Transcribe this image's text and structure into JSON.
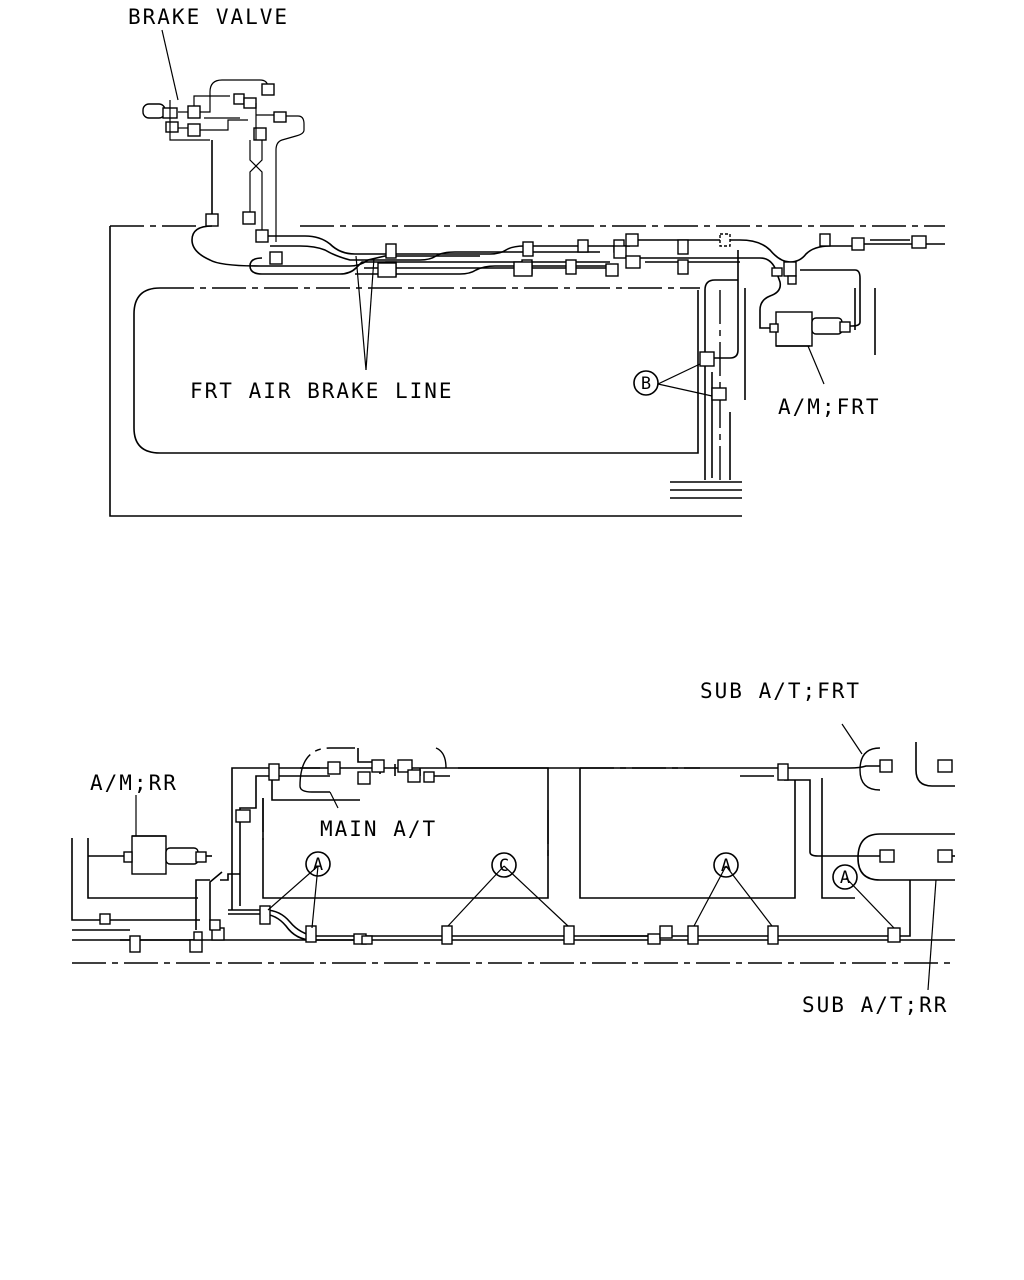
{
  "labels": {
    "brake_valve": "BRAKE VALVE",
    "frt_air_brake_line": "FRT AIR BRAKE LINE",
    "am_frt": "A/M;FRT",
    "am_rr": "A/M;RR",
    "main_at": "MAIN A/T",
    "sub_at_frt": "SUB A/T;FRT",
    "sub_at_rr": "SUB A/T;RR"
  },
  "callouts": {
    "b": "B",
    "a1": "A",
    "c": "C",
    "a2": "A",
    "a3": "A"
  }
}
